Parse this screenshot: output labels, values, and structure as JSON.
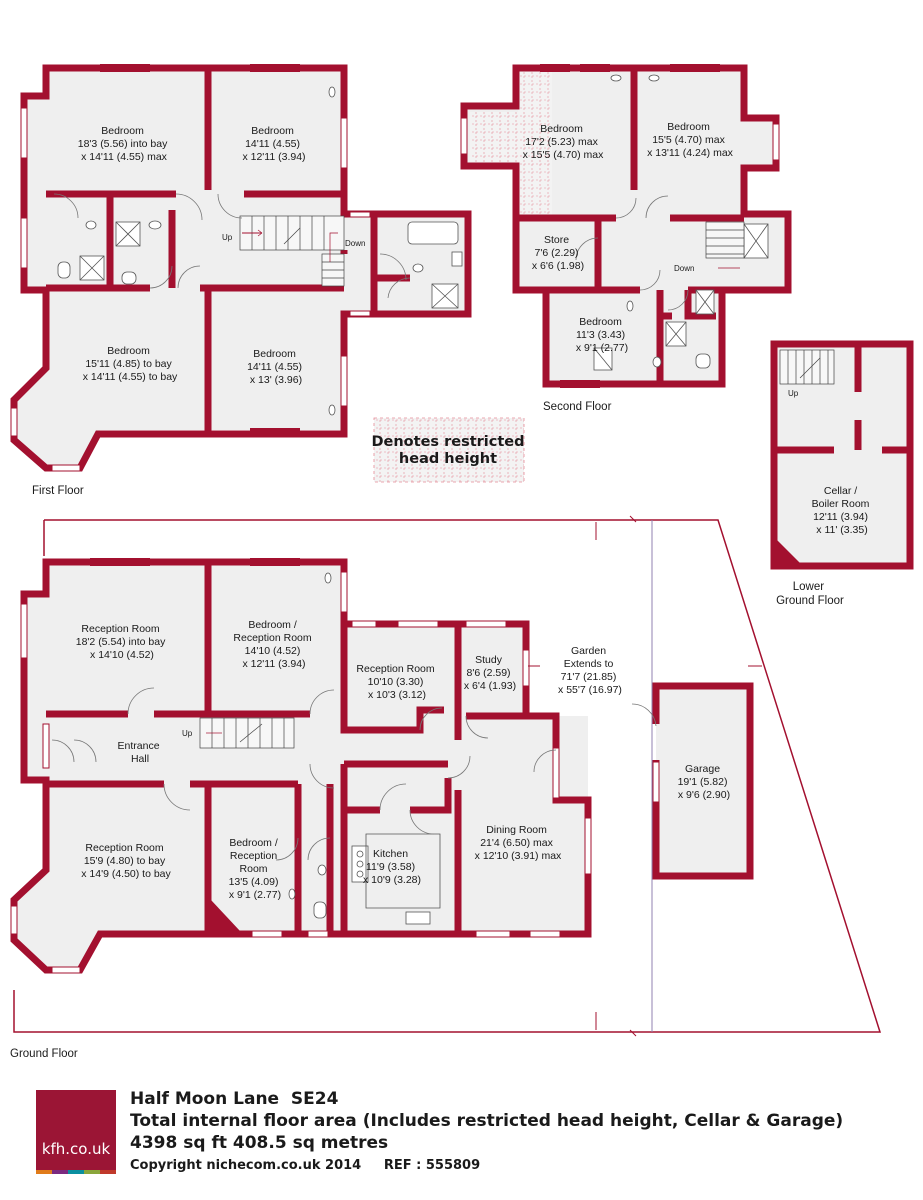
{
  "colors": {
    "wall": "#a3102f",
    "floor": "#efefef",
    "restricted": "#e58a96",
    "text": "#1a1a1a"
  },
  "floors": {
    "first": "First Floor",
    "second": "Second Floor",
    "lower": [
      "Lower",
      "Ground Floor"
    ],
    "ground": "Ground Floor"
  },
  "legend": [
    "Denotes restricted",
    "head height"
  ],
  "rooms": {
    "ff_bed1": [
      "Bedroom",
      "18'3 (5.56) into bay",
      "x 14'11 (4.55) max"
    ],
    "ff_bed2": [
      "Bedroom",
      "14'11 (4.55)",
      "x 12'11 (3.94)"
    ],
    "ff_bed3": [
      "Bedroom",
      "15'11 (4.85) to bay",
      "x 14'11 (4.55) to bay"
    ],
    "ff_bed4": [
      "Bedroom",
      "14'11 (4.55)",
      "x 13' (3.96)"
    ],
    "sf_bed1": [
      "Bedroom",
      "17'2 (5.23) max",
      "x 15'5 (4.70) max"
    ],
    "sf_bed2": [
      "Bedroom",
      "15'5 (4.70) max",
      "x 13'11 (4.24) max"
    ],
    "sf_store": [
      "Store",
      "7'6 (2.29)",
      "x 6'6 (1.98)"
    ],
    "sf_bed3": [
      "Bedroom",
      "11'3 (3.43)",
      "x 9'1 (2.77)"
    ],
    "cellar": [
      "Cellar /",
      "Boiler Room",
      "12'11 (3.94)",
      "x 11' (3.35)"
    ],
    "gf_rec1": [
      "Reception Room",
      "18'2 (5.54) into bay",
      "x 14'10 (4.52)"
    ],
    "gf_bedrec": [
      "Bedroom /",
      "Reception Room",
      "14'10 (4.52)",
      "x 12'11 (3.94)"
    ],
    "gf_rec2": [
      "Reception Room",
      "10'10 (3.30)",
      "x 10'3 (3.12)"
    ],
    "gf_study": [
      "Study",
      "8'6 (2.59)",
      "x 6'4 (1.93)"
    ],
    "garden": [
      "Garden",
      "Extends to",
      "71'7 (21.85)",
      "x 55'7 (16.97)"
    ],
    "gf_hall": [
      "Entrance",
      "Hall"
    ],
    "gf_rec3": [
      "Reception Room",
      "15'9 (4.80) to bay",
      "x 14'9 (4.50) to bay"
    ],
    "gf_bedrec2": [
      "Bedroom /",
      "Reception",
      "Room",
      "13'5 (4.09)",
      "x 9'1 (2.77)"
    ],
    "kitchen": [
      "Kitchen",
      "11'9 (3.58)",
      "x 10'9 (3.28)"
    ],
    "dining": [
      "Dining Room",
      "21'4 (6.50) max",
      "x 12'10 (3.91) max"
    ],
    "garage": [
      "Garage",
      "19'1 (5.82)",
      "x 9'6 (2.90)"
    ]
  },
  "stairs": {
    "up": "Up",
    "down": "Down"
  },
  "footer": {
    "address": "Half Moon Lane  SE24",
    "area_note": "Total internal floor area (Includes restricted head height, Cellar & Garage)",
    "area": "4398 sq ft 408.5 sq metres",
    "copyright": "Copyright nichecom.co.uk 2014     REF : 555809",
    "logo_text": "kfh.co.uk",
    "logo_bar_colors": [
      "#e07b1a",
      "#7b2a7f",
      "#0a8fa0",
      "#8aa63b",
      "#c0392b"
    ]
  }
}
